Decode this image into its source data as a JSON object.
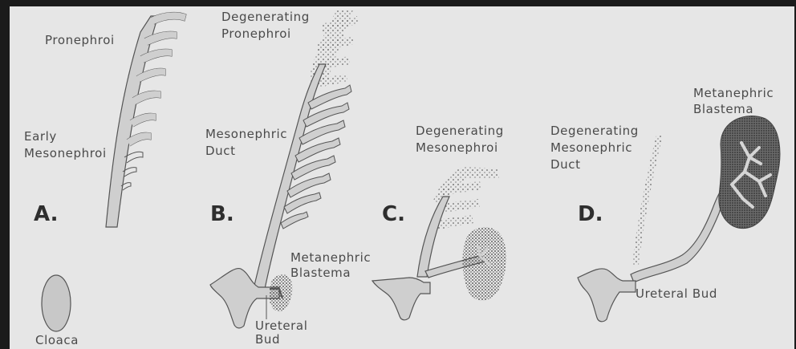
{
  "panels": {
    "a": {
      "letter": "A."
    },
    "b": {
      "letter": "B."
    },
    "c": {
      "letter": "C."
    },
    "d": {
      "letter": "D."
    }
  },
  "labels": {
    "pronephroi": "Pronephroi",
    "early_mesonephroi": [
      "Early",
      "Mesonephroi"
    ],
    "cloaca": "Cloaca",
    "degenerating_pronephroi": [
      "Degenerating",
      "Pronephroi"
    ],
    "mesonephric_duct": [
      "Mesonephric",
      "Duct"
    ],
    "metanephric_blastema_b": [
      "Metanephric",
      "Blastema"
    ],
    "ureteral_bud_b": [
      "Ureteral",
      "Bud"
    ],
    "degenerating_mesonephroi": [
      "Degenerating",
      "Mesonephroi"
    ],
    "degenerating_mesonephric_duct": [
      "Degenerating",
      "Mesonephric",
      "Duct"
    ],
    "metanephric_blastema_d": [
      "Metanephric",
      "Blastema"
    ],
    "ureteral_bud_d": "Ureteral Bud"
  },
  "colors": {
    "tissue_fill": "#cfcfcf",
    "tissue_outline": "#555555",
    "stipple": "#3a3a3a",
    "kidney": "#505050",
    "background": "#e6e6e6"
  }
}
